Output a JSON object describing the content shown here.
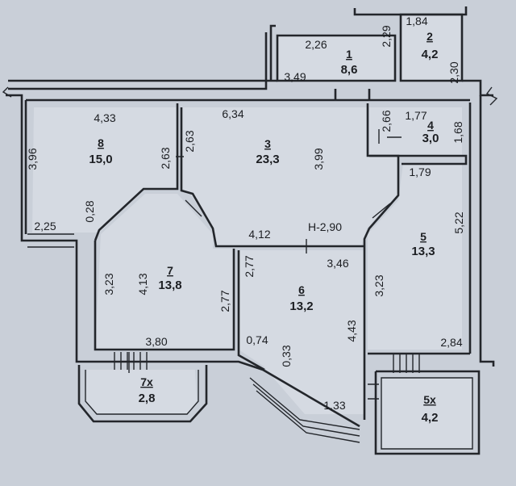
{
  "rooms": [
    {
      "id": "r1",
      "number": "1",
      "area": "8,6"
    },
    {
      "id": "r2",
      "number": "2",
      "area": "4,2"
    },
    {
      "id": "r3",
      "number": "3",
      "area": "23,3"
    },
    {
      "id": "r4",
      "number": "4",
      "area": "3,0"
    },
    {
      "id": "r5",
      "number": "5",
      "area": "13,3"
    },
    {
      "id": "r6",
      "number": "6",
      "area": "13,2"
    },
    {
      "id": "r7",
      "number": "7",
      "area": "13,8"
    },
    {
      "id": "r8",
      "number": "8",
      "area": "15,0"
    },
    {
      "id": "r7x",
      "number": "7х",
      "area": "2,8"
    },
    {
      "id": "r5x",
      "number": "5х",
      "area": "4,2"
    }
  ],
  "ceiling_height": "Н-2,90",
  "dimensions": [
    "2,26",
    "3,49",
    "2,29",
    "1,84",
    "2,30",
    "4,33",
    "3,96",
    "2,63",
    "0,28",
    "2,25",
    "6,34",
    "2,63",
    "3,99",
    "2,66",
    "1,77",
    "1,68",
    "1,79",
    "5,22",
    "4,12",
    "2,77",
    "3,46",
    "3,23",
    "4,13",
    "2,77",
    "3,80",
    "0,74",
    "0,33",
    "4,43",
    "1,33",
    "3,23",
    "2,84"
  ]
}
